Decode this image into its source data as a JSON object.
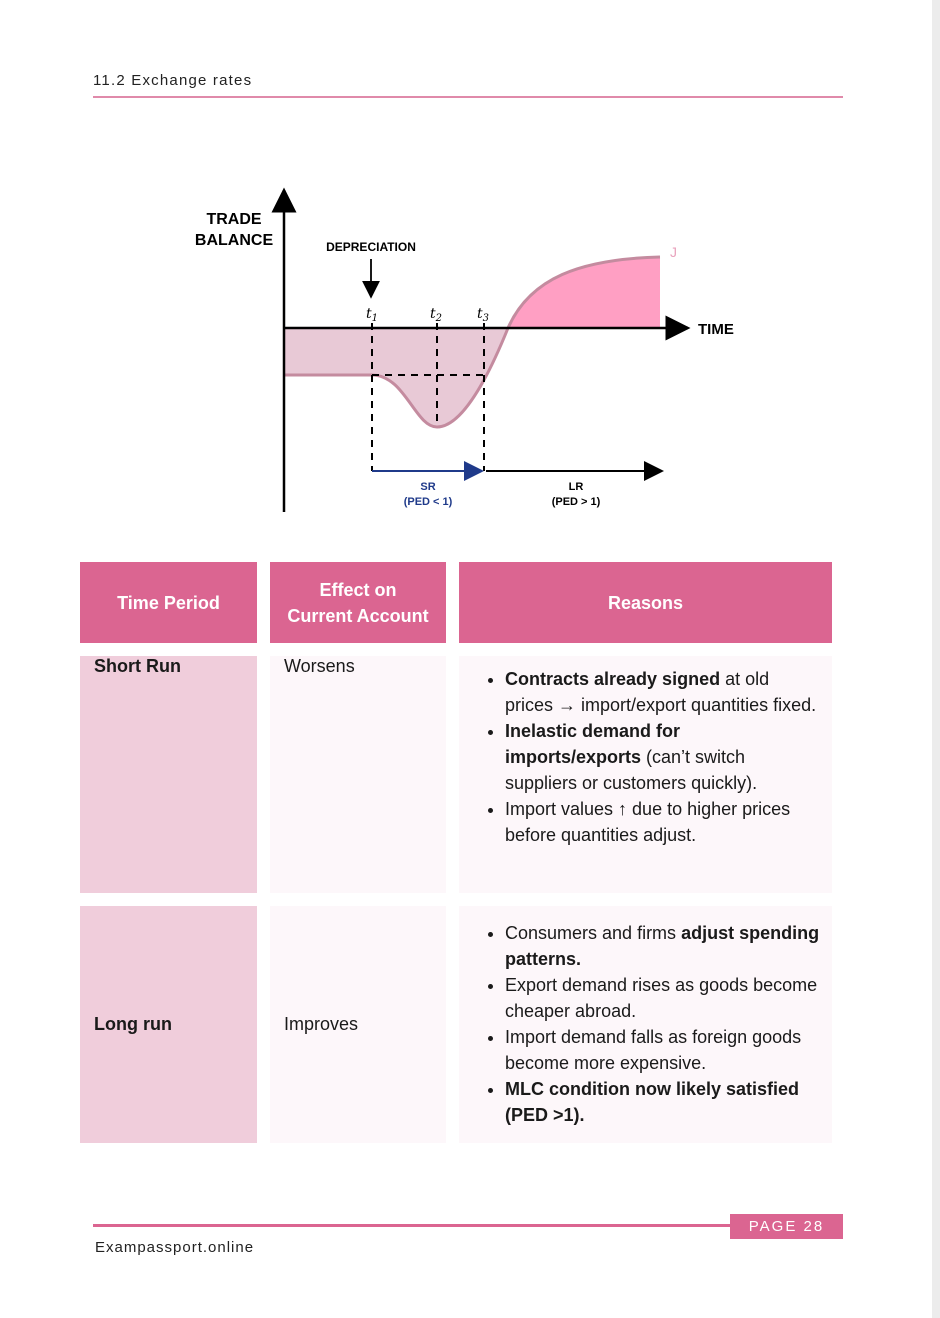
{
  "header": {
    "title": "11.2 Exchange rates"
  },
  "diagram": {
    "y_axis_label_1": "TRADE",
    "y_axis_label_2": "BALANCE",
    "x_axis_label": "TIME",
    "event_label": "DEPRECIATION",
    "t1": "t",
    "t1_sub": "1",
    "t2": "t",
    "t2_sub": "2",
    "t3": "t",
    "t3_sub": "3",
    "curve_label": "J",
    "sr_label": "SR",
    "sr_sub": "(PED < 1)",
    "lr_label": "LR",
    "lr_sub": "(PED > 1)",
    "colors": {
      "curve": "#c48b9f",
      "fill_negative": "#e8c9d6",
      "fill_positive": "#ff9fc3",
      "sr_arrow": "#1f3a8a"
    }
  },
  "table": {
    "headers": {
      "col1": "Time Period",
      "col2_line1": "Effect on",
      "col2_line2": "Current Account",
      "col3": "Reasons"
    },
    "rows": [
      {
        "period": "Short Run",
        "effect": "Worsens",
        "reasons": [
          {
            "bold": "Contracts already signed",
            "rest": " at old prices → import/export quantities fixed."
          },
          {
            "bold": "Inelastic demand for imports/exports",
            "rest": " (can’t switch suppliers or customers quickly)."
          },
          {
            "bold": "",
            "rest": "Import values ↑ due to higher prices before quantities adjust."
          }
        ]
      },
      {
        "period": "Long run",
        "effect": "Improves",
        "reasons": [
          {
            "pre": "Consumers and firms ",
            "bold": "adjust spending patterns.",
            "rest": ""
          },
          {
            "pre": "",
            "bold": "",
            "rest": "Export demand rises as goods become cheaper abroad."
          },
          {
            "pre": "",
            "bold": "",
            "rest": "Import demand falls as foreign goods become more expensive."
          },
          {
            "pre": "",
            "bold": "MLC condition now likely satisfied (PED >1).",
            "rest": ""
          }
        ]
      }
    ]
  },
  "footer": {
    "site": "Exampassport.online",
    "page": "PAGE 28"
  },
  "colors": {
    "accent": "#db6591",
    "row_label_bg": "#f0cddb",
    "cell_bg": "#fdf7fa"
  }
}
